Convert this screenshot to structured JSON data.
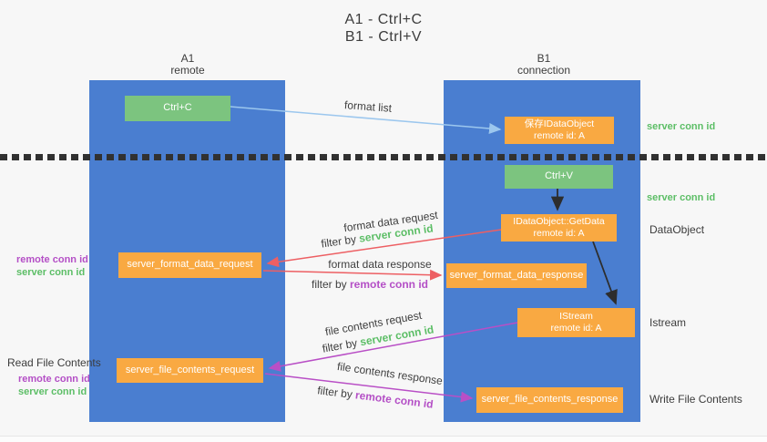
{
  "title": {
    "line1": "A1 - Ctrl+C",
    "line2": "B1 - Ctrl+V"
  },
  "columns": {
    "left": {
      "id": "A1",
      "subtitle": "remote"
    },
    "right": {
      "id": "B1",
      "subtitle": "connection"
    }
  },
  "boxes": {
    "ctrl_c": {
      "label": "Ctrl+C"
    },
    "ctrl_v": {
      "label": "Ctrl+V"
    },
    "save_dataobject": {
      "line1": "保存IDataObject",
      "line2": "remote id: A"
    },
    "getdata": {
      "line1": "IDataObject::GetData",
      "line2": "remote id: A"
    },
    "istream": {
      "line1": "IStream",
      "line2": "remote id: A"
    },
    "format_request": {
      "label": "server_format_data_request"
    },
    "format_response": {
      "label": "server_format_data_response"
    },
    "file_request": {
      "label": "server_file_contents_request"
    },
    "file_response": {
      "label": "server_file_contents_response"
    }
  },
  "flow_labels": {
    "format_list": "format list",
    "format_data_request": "format data request",
    "filter_server_1": {
      "prefix": "filter by ",
      "id": "server conn id"
    },
    "format_data_response": "format data response",
    "filter_remote_1": {
      "prefix": "filter by ",
      "id": "remote conn id"
    },
    "file_contents_request": "file contents request",
    "filter_server_2": {
      "prefix": "filter by ",
      "id": "server conn id"
    },
    "file_contents_response": "file contents response",
    "filter_remote_2": {
      "prefix": "filter by ",
      "id": "remote conn id"
    }
  },
  "side_labels": {
    "server_conn_id_top": "server conn id",
    "server_conn_id_mid": "server conn id",
    "dataobject": "DataObject",
    "istream": "Istream",
    "write_file_contents": "Write File Contents",
    "read_file_contents": "Read File Contents",
    "remote_conn_id_left1": "remote conn id",
    "server_conn_id_left1": "server conn id",
    "remote_conn_id_left2": "remote conn id",
    "server_conn_id_left2": "server conn id"
  },
  "colors": {
    "lane_blue": "#4a7ed0",
    "box_green": "#7cc47f",
    "box_orange": "#f9a942",
    "arrow_lightblue": "#9cc7ee",
    "arrow_red": "#ed5f63",
    "arrow_purple": "#b94fc6",
    "arrow_black": "#2d2d2d",
    "text_green": "#5cbe66",
    "text_purple": "#b44fc6",
    "text_dark": "#3f3f3f"
  }
}
